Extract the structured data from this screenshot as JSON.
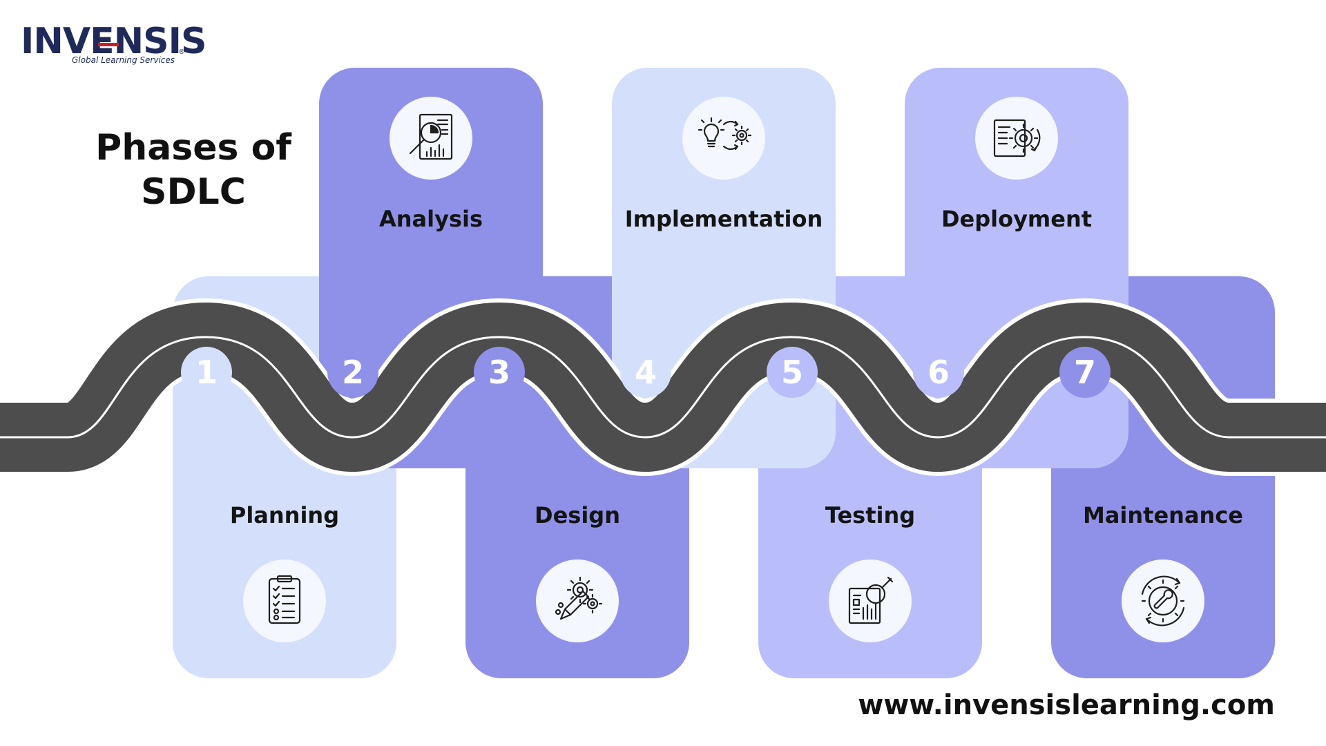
{
  "logo": {
    "wordmark": "INVENSIS",
    "tagline": "Global Learning Services",
    "registered": "®"
  },
  "title": {
    "line1": "Phases of",
    "line2": "SDLC"
  },
  "colors": {
    "light": "#d4e0fb",
    "mid": "#b9befa",
    "dark": "#8f91e8",
    "road": "#4d4d4d",
    "road_line": "#ffffff"
  },
  "phases": [
    {
      "number": "1",
      "label": "Planning",
      "icon": "checklist-icon"
    },
    {
      "number": "2",
      "label": "Analysis",
      "icon": "report-analysis-icon"
    },
    {
      "number": "3",
      "label": "Design",
      "icon": "design-gears-icon"
    },
    {
      "number": "4",
      "label": "Implementation",
      "icon": "idea-to-gear-icon"
    },
    {
      "number": "5",
      "label": "Testing",
      "icon": "testing-magnifier-icon"
    },
    {
      "number": "6",
      "label": "Deployment",
      "icon": "deployment-gear-icon"
    },
    {
      "number": "7",
      "label": "Maintenance",
      "icon": "maintenance-wrench-icon"
    }
  ],
  "website": "www.invensislearning.com"
}
